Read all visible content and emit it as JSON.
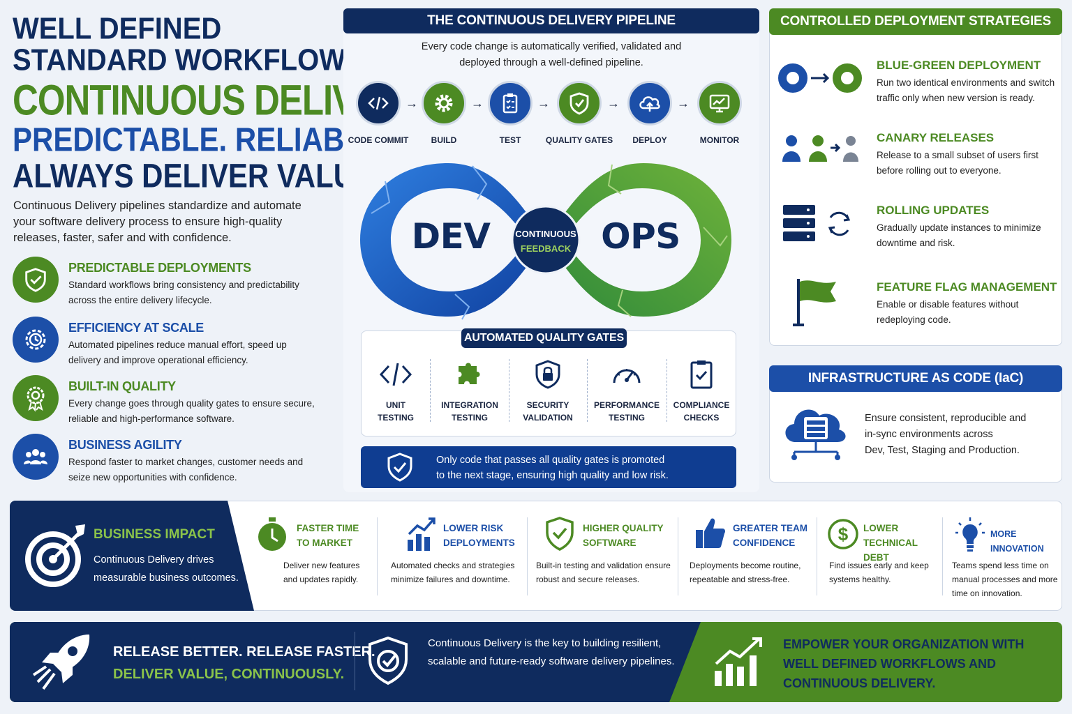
{
  "hero": {
    "line1": "Well Defined",
    "line2": "Standard Workflows.",
    "line3": "Continuous Delivery.",
    "line4": "Predictable. Reliable.",
    "line5": "Always Deliver Value.",
    "intro": "Continuous Delivery pipelines standardize and automate your software delivery process to ensure high-quality releases, faster, safer and with confidence."
  },
  "benefits": [
    {
      "title": "PREDICTABLE DEPLOYMENTS",
      "desc": "Standard workflows bring consistency and predictability across the entire delivery lifecycle.",
      "icon": "shield-check-icon"
    },
    {
      "title": "EFFICIENCY AT SCALE",
      "desc": "Automated pipelines reduce manual effort, speed up delivery and improve operational efficiency.",
      "icon": "gear-clock-icon"
    },
    {
      "title": "BUILT-IN QUALITY",
      "desc": "Every change goes through quality gates to ensure secure, reliable and high-performance software.",
      "icon": "quality-badge-icon"
    },
    {
      "title": "BUSINESS AGILITY",
      "desc": "Respond faster to market changes, customer needs and seize new opportunities with confidence.",
      "icon": "team-icon"
    }
  ],
  "pipeline": {
    "title": "THE CONTINUOUS DELIVERY PIPELINE",
    "subtitle_line1": "Every code change is automatically verified, validated and",
    "subtitle_line2": "deployed through a well-defined pipeline.",
    "stages": [
      {
        "label": "CODE COMMIT",
        "icon": "code-icon"
      },
      {
        "label": "BUILD",
        "icon": "gear-icon"
      },
      {
        "label": "TEST",
        "icon": "clipboard-icon"
      },
      {
        "label": "QUALITY GATES",
        "icon": "shield-icon"
      },
      {
        "label": "DEPLOY",
        "icon": "cloud-upload-icon"
      },
      {
        "label": "MONITOR",
        "icon": "monitor-icon"
      }
    ],
    "loop": {
      "dev": "DEV",
      "ops": "OPS",
      "center_line1": "CONTINUOUS",
      "center_line2": "FEEDBACK"
    },
    "gates_title": "AUTOMATED QUALITY GATES",
    "gates": [
      {
        "line1": "UNIT",
        "line2": "TESTING",
        "icon": "code-icon"
      },
      {
        "line1": "INTEGRATION",
        "line2": "TESTING",
        "icon": "puzzle-icon"
      },
      {
        "line1": "SECURITY",
        "line2": "VALIDATION",
        "icon": "lock-shield-icon"
      },
      {
        "line1": "PERFORMANCE",
        "line2": "TESTING",
        "icon": "gauge-icon"
      },
      {
        "line1": "COMPLIANCE",
        "line2": "CHECKS",
        "icon": "checklist-icon"
      }
    ],
    "promo_line1": "Only code that passes all quality gates is promoted",
    "promo_line2": "to the next stage, ensuring high quality and low risk."
  },
  "strategies": {
    "title": "CONTROLLED DEPLOYMENT STRATEGIES",
    "items": [
      {
        "title": "BLUE-GREEN DEPLOYMENT",
        "desc": "Run two identical environments and switch traffic only when new version is ready.",
        "icon": "blue-green-icon"
      },
      {
        "title": "CANARY RELEASES",
        "desc": "Release to a small subset of users first before rolling out to everyone.",
        "icon": "users-icon"
      },
      {
        "title": "ROLLING UPDATES",
        "desc": "Gradually update instances to minimize downtime and risk.",
        "icon": "server-refresh-icon"
      },
      {
        "title": "FEATURE FLAG MANAGEMENT",
        "desc": "Enable or disable features without redeploying code.",
        "icon": "flag-icon"
      }
    ]
  },
  "iac": {
    "title": "INFRASTRUCTURE AS CODE (IaC)",
    "line1": "Ensure consistent, reproducible and",
    "line2": "in-sync environments across",
    "line3": "Dev, Test, Staging and Production."
  },
  "impact": {
    "title": "BUSINESS IMPACT",
    "desc_line1": "Continuous Delivery drives",
    "desc_line2": "measurable business outcomes.",
    "items": [
      {
        "t1": "FASTER TIME",
        "t2": "TO MARKET",
        "d": "Deliver new features and updates rapidly.",
        "icon": "stopwatch-icon"
      },
      {
        "t1": "LOWER RISK",
        "t2": "DEPLOYMENTS",
        "d": "Automated checks and strategies minimize failures and downtime.",
        "icon": "trend-chart-icon"
      },
      {
        "t1": "HIGHER QUALITY",
        "t2": "SOFTWARE",
        "d": "Built-in testing and validation ensure robust and secure releases.",
        "icon": "shield-check-icon"
      },
      {
        "t1": "GREATER TEAM",
        "t2": "CONFIDENCE",
        "d": "Deployments become routine, repeatable and stress-free.",
        "icon": "thumbs-up-icon"
      },
      {
        "t1": "LOWER TECHNICAL",
        "t2": "DEBT",
        "d": "Find issues early and keep systems healthy.",
        "icon": "dollar-icon"
      },
      {
        "t1": "MORE INNOVATION",
        "t2": "",
        "d": "Teams spend less time on manual processes and more time on innovation.",
        "icon": "lightbulb-icon"
      }
    ]
  },
  "footer": {
    "slogan1": "RELEASE BETTER. RELEASE FASTER.",
    "slogan2": "DELIVER VALUE, CONTINUOUSLY.",
    "middle": "Continuous Delivery is the key to building resilient, scalable and future-ready software delivery pipelines.",
    "cta_line1": "EMPOWER YOUR ORGANIZATION WITH",
    "cta_line2": "WELL DEFINED WORKFLOWS AND",
    "cta_line3": "CONTINUOUS DELIVERY."
  },
  "colors": {
    "navy": "#0f2b5e",
    "blue": "#1c4fa8",
    "green": "#4c8a23"
  }
}
